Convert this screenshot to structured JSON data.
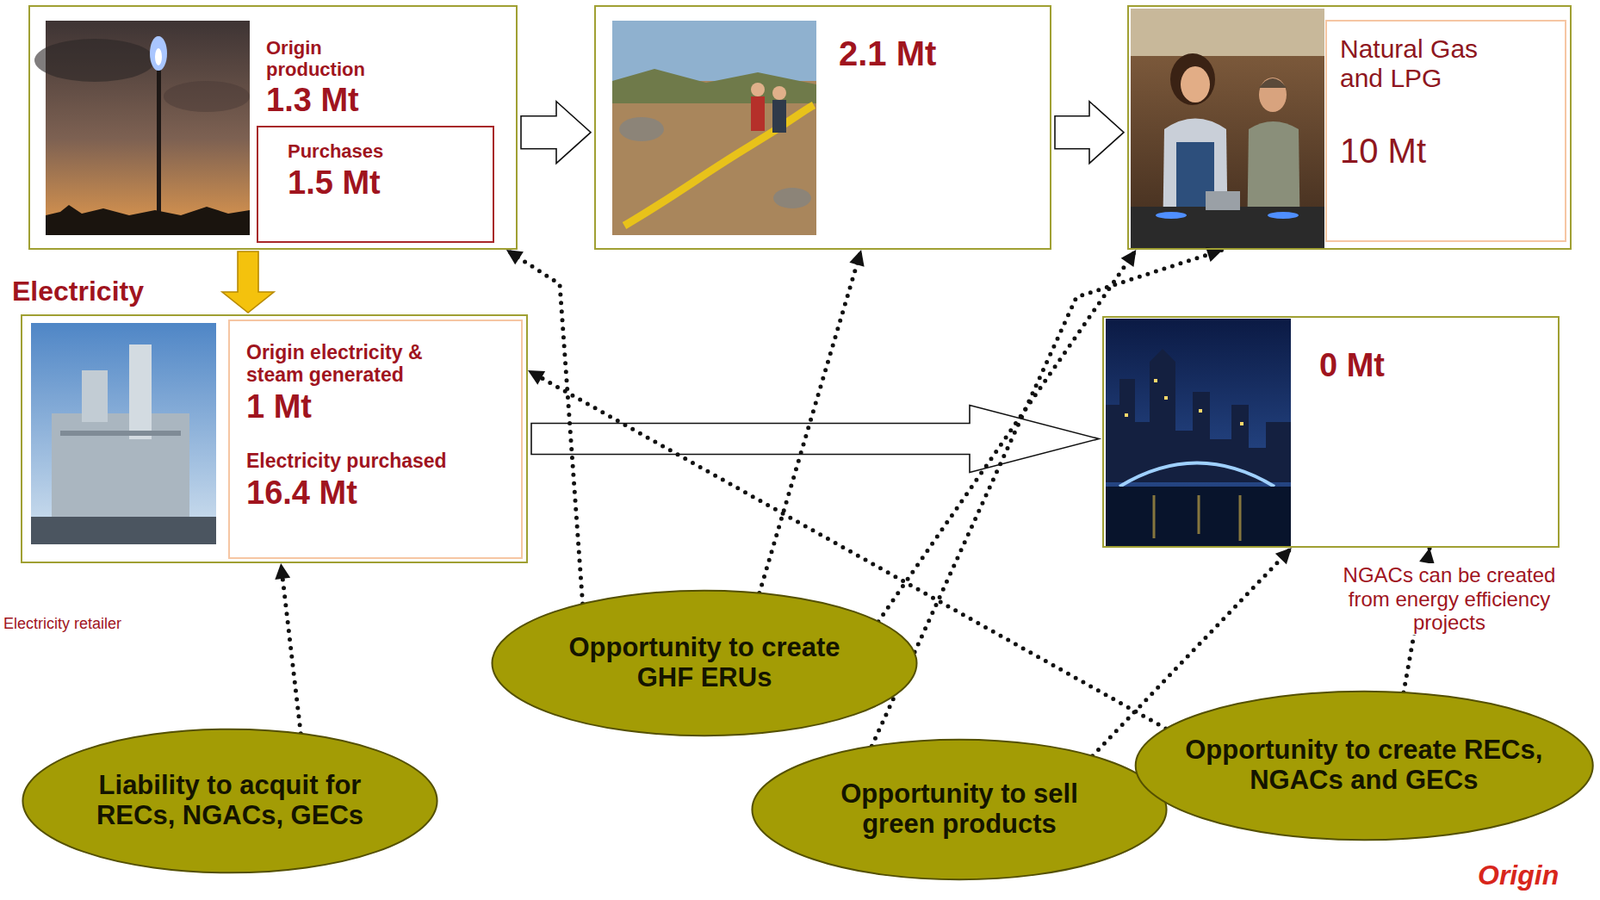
{
  "diagram": {
    "nodes": [
      {
        "text": [
          "Origin production",
          "1.3 Mt"
        ]
      },
      {
        "text": [
          "Purchases",
          "1.5 Mt"
        ],
        "in": 0
      },
      {
        "text": [
          "2.1 Mt"
        ]
      },
      {
        "text": [
          "Natural Gas and LPG",
          "10 Mt"
        ]
      },
      {
        "text": [
          "Electricity",
          "Origin electricity & steam generated",
          "1 Mt",
          "Electricity purchased",
          "16.4 Mt"
        ]
      },
      {
        "text": [
          "0 Mt"
        ]
      },
      {
        "text": [
          "Liability to acquit for RECs, NGACs, GECs"
        ]
      },
      {
        "text": [
          "Opportunity to create GHF ERUs"
        ]
      },
      {
        "text": [
          "Opportunity to sell green products"
        ]
      },
      {
        "text": [
          "Opportunity to create RECs, NGACs and GECs"
        ]
      }
    ],
    "edges": [
      {
        "from": 0,
        "to": 2,
        "arrow": "to"
      },
      {
        "from": 2,
        "to": 3,
        "arrow": "to"
      },
      {
        "from": 0,
        "to": 4,
        "arrow": "to"
      },
      {
        "from": 4,
        "to": 5,
        "arrow": "to"
      },
      {
        "from": 6,
        "to": 4,
        "arrow": "to"
      },
      {
        "from": 7,
        "to": 0,
        "arrow": "to"
      },
      {
        "from": 7,
        "to": 2,
        "arrow": "to"
      },
      {
        "from": 7,
        "to": 3,
        "arrow": "to"
      },
      {
        "from": 8,
        "to": 3,
        "arrow": "to"
      },
      {
        "from": 8,
        "to": 5,
        "arrow": "to"
      },
      {
        "from": 9,
        "to": 4,
        "arrow": "to"
      },
      {
        "from": 9,
        "to": 5,
        "arrow": "to"
      }
    ],
    "labels": [
      "Electricity retailer",
      "NGACs can be created from energy efficiency projects",
      "Origin"
    ]
  }
}
